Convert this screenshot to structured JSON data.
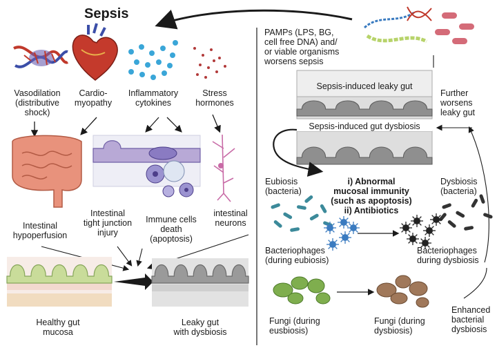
{
  "title": "Sepsis",
  "left_panel": {
    "causes": [
      {
        "label": "Vasodilation\n(distributive\nshock)",
        "icon": "blood-vessel-icon"
      },
      {
        "label": "Cardio-\nmyopathy",
        "icon": "heart-icon"
      },
      {
        "label": "Inflammatory\ncytokines",
        "icon": "cytokine-dots-icon"
      },
      {
        "label": "Stress\nhormones",
        "icon": "hormone-dots-icon"
      }
    ],
    "effects": [
      {
        "label": "Intestinal\nhypoperfusion",
        "icon": "intestine-icon"
      },
      {
        "label": "Intestinal\ntight junction\ninjury",
        "icon": "epithelium-icon"
      },
      {
        "label": "Immune cells\ndeath\n(apoptosis)",
        "icon": "immune-cells-icon"
      },
      {
        "label": "intestinal\nneurons",
        "icon": "neuron-icon"
      }
    ],
    "healthy_label": "Healthy gut\nmucosa",
    "leaky_label": "Leaky gut\nwith dysbiosis"
  },
  "right_panel": {
    "pamps_text": "PAMPs (LPS, BG,\ncell free DNA) and/\nor viable organisms\nworsens sepsis",
    "leaky_gut_label": "Sepsis-induced leaky gut",
    "further_worsens": "Further\nworsens\nleaky gut",
    "dysbiosis_label": "Sepsis-induced gut dysbiosis",
    "mechanisms": "i) Abnormal\nmucosal immunity\n(such as apoptosis)\nii) Antibiotics",
    "eubiosis_label": "Eubiosis\n(bacteria)",
    "dysbiosis_bacteria_label": "Dysbiosis\n(bacteria)",
    "phages_eubiosis": "Bacteriophages\n(during eubiosis)",
    "phages_dysbiosis": "Bacteriophages\nduring dysbiosis",
    "fungi_eubiosis": "Fungi (during\neusbiosis)",
    "fungi_dysbiosis": "Fungi (during\ndysbiosis)",
    "enhanced": "Enhanced\nbacterial\ndysbiosis"
  },
  "colors": {
    "vessel_red": "#c0392b",
    "vessel_blue": "#3b4ea8",
    "heart": "#c43a2c",
    "cytokine": "#3aa6d8",
    "hormone": "#b23a3a",
    "intestine": "#e8927c",
    "epithelium": "#b8a9d6",
    "immune": "#9b93d0",
    "neuron": "#c86aa6",
    "gut_pink": "#f3d9cf",
    "gut_villi_green": "#c9dc9a",
    "gut_grey": "#9a9a9a",
    "bacteria_teal": "#3c8a9a",
    "phage_blue": "#3a7bc0",
    "phage_black": "#222222",
    "fungi_green": "#7fae4e",
    "fungi_brown": "#a0785a"
  }
}
